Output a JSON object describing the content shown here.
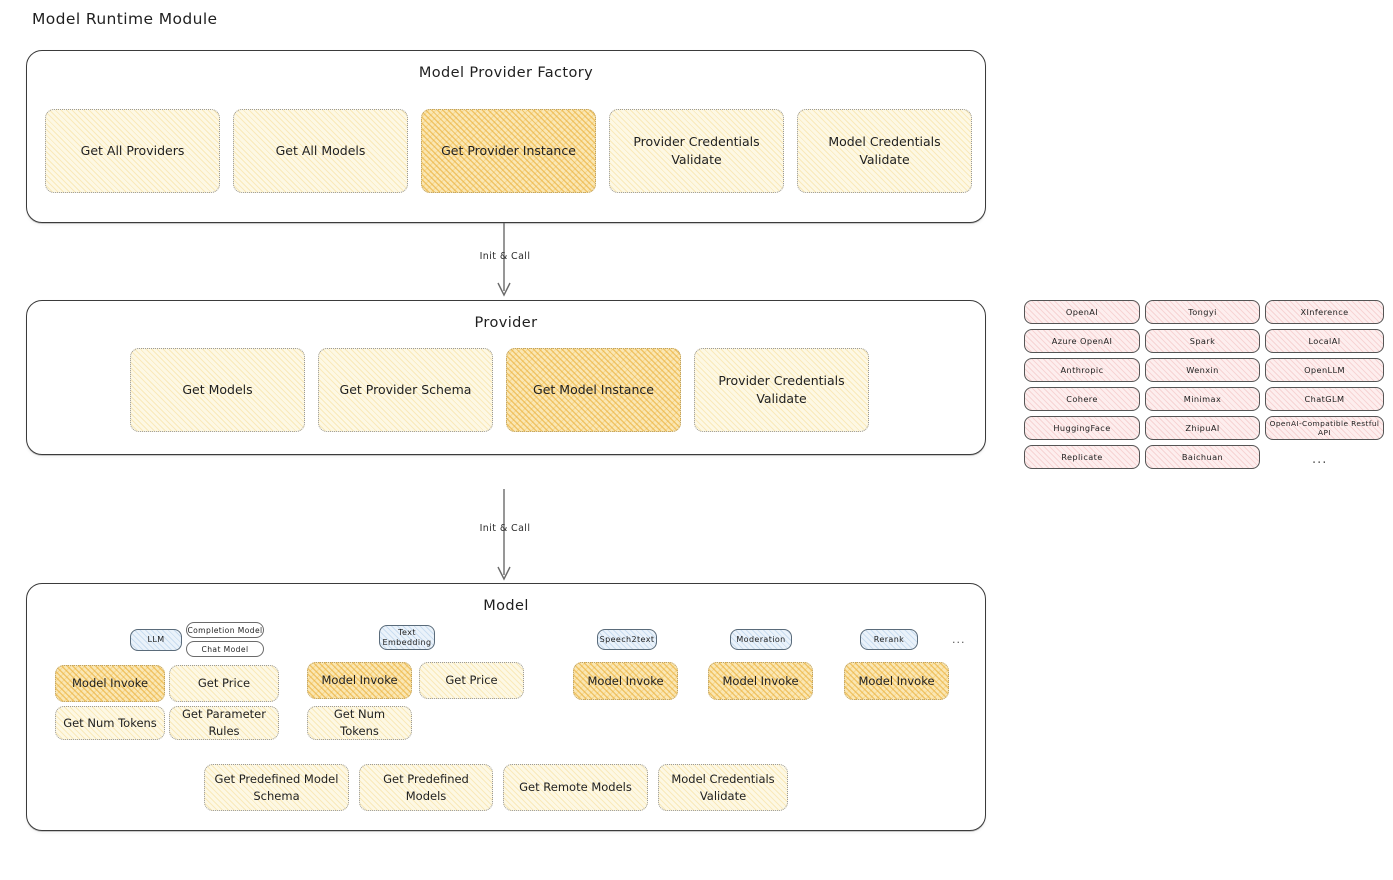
{
  "page": {
    "title": "Model Runtime Module"
  },
  "factory": {
    "title": "Model Provider Factory",
    "items": [
      {
        "label": "Get All Providers",
        "highlighted": false
      },
      {
        "label": "Get All Models",
        "highlighted": false
      },
      {
        "label": "Get Provider Instance",
        "highlighted": true
      },
      {
        "label": "Provider Credentials Validate",
        "highlighted": false
      },
      {
        "label": "Model Credentials Validate",
        "highlighted": false
      }
    ]
  },
  "arrows": [
    {
      "label": "Init & Call"
    },
    {
      "label": "Init & Call"
    }
  ],
  "provider": {
    "title": "Provider",
    "items": [
      {
        "label": "Get Models",
        "highlighted": false
      },
      {
        "label": "Get Provider Schema",
        "highlighted": false
      },
      {
        "label": "Get Model Instance",
        "highlighted": true
      },
      {
        "label": "Provider Credentials Validate",
        "highlighted": false
      }
    ]
  },
  "provider_list": {
    "columns": [
      {
        "items": [
          "OpenAI",
          "Azure OpenAI",
          "Anthropic",
          "Cohere",
          "HuggingFace",
          "Replicate"
        ]
      },
      {
        "items": [
          "Tongyi",
          "Spark",
          "Wenxin",
          "Minimax",
          "ZhipuAI",
          "Baichuan"
        ]
      },
      {
        "items": [
          "XInference",
          "LocalAI",
          "OpenLLM",
          "ChatGLM",
          "OpenAI-Compatible Restful API"
        ]
      }
    ],
    "more": "..."
  },
  "model": {
    "title": "Model",
    "more": "...",
    "types": [
      {
        "name": "LLM",
        "sub_chips": [
          "Completion Model",
          "Chat Model"
        ],
        "methods": [
          "Model Invoke",
          "Get Price",
          "Get Num Tokens",
          "Get Parameter Rules"
        ],
        "highlighted_method": "Model Invoke"
      },
      {
        "name": "Text Embedding",
        "sub_chips": [],
        "methods": [
          "Model Invoke",
          "Get Price",
          "Get Num Tokens"
        ],
        "highlighted_method": "Model Invoke"
      },
      {
        "name": "Speech2text",
        "sub_chips": [],
        "methods": [
          "Model Invoke"
        ],
        "highlighted_method": "Model Invoke"
      },
      {
        "name": "Moderation",
        "sub_chips": [],
        "methods": [
          "Model Invoke"
        ],
        "highlighted_method": "Model Invoke"
      },
      {
        "name": "Rerank",
        "sub_chips": [],
        "methods": [
          "Model Invoke"
        ],
        "highlighted_method": "Model Invoke"
      }
    ],
    "shared_methods": [
      "Get Predefined Model Schema",
      "Get Predefined Models",
      "Get Remote Models",
      "Model Credentials Validate"
    ]
  },
  "colors": {
    "accent_yellow": "#fdf8e4",
    "accent_yellow_highlight": "#fae7b4",
    "provider_chip": "#fdeeee",
    "model_type_chip": "#eaf2fa",
    "outline": "#3b3b3b"
  }
}
